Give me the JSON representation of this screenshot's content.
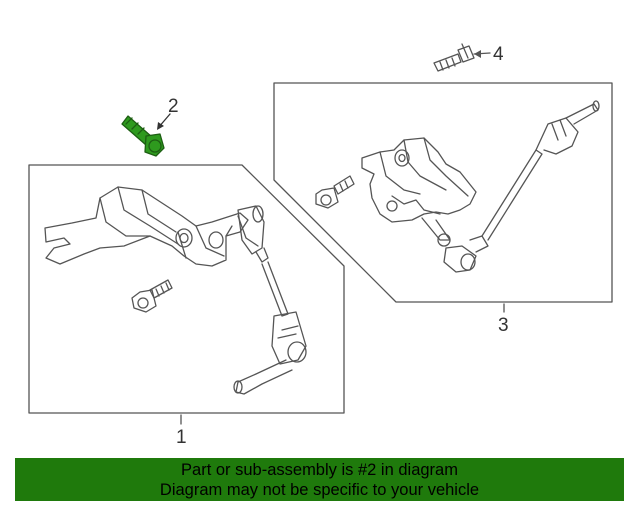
{
  "callouts": {
    "part_1": "1",
    "part_2": "2",
    "part_3": "3",
    "part_4": "4"
  },
  "highlight": {
    "part": "2",
    "color": "#2e9a1e"
  },
  "banner": {
    "line1": "Part or sub-assembly is #2 in diagram",
    "line2": "Diagram may not be specific to your vehicle",
    "background": "#1f7a0c"
  }
}
